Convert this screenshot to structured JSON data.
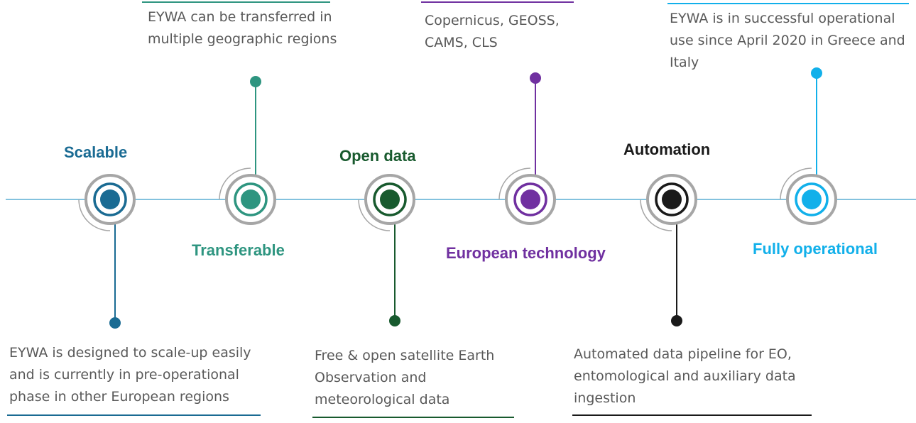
{
  "colors": {
    "timeline": "#5aaed3",
    "ring_gray": "#a6a6a6",
    "text_gray": "#595959"
  },
  "milestones": [
    {
      "label": "Scalable",
      "color": "#1a6b93",
      "description": "EYWA is designed to scale-up easily and is currently in pre-operational phase in other European regions",
      "icon": "target-icon"
    },
    {
      "label": "Transferable",
      "color": "#2e9580",
      "description": "EYWA can be transferred in multiple geographic regions",
      "icon": "target-icon"
    },
    {
      "label": "Open data",
      "color": "#185a2e",
      "description": "Free & open satellite Earth Observation and meteorological data",
      "icon": "target-icon"
    },
    {
      "label": "European technology",
      "color": "#7030a0",
      "description": "Copernicus, GEOSS, CAMS, CLS",
      "icon": "target-icon"
    },
    {
      "label": "Automation",
      "color": "#1a1a1a",
      "description": "Automated data pipeline for EO, entomological and auxiliary data ingestion",
      "icon": "target-icon"
    },
    {
      "label": "Fully operational",
      "color": "#12b0ea",
      "description": "EYWA is in successful operational use since April 2020 in Greece and Italy",
      "icon": "target-icon"
    }
  ]
}
